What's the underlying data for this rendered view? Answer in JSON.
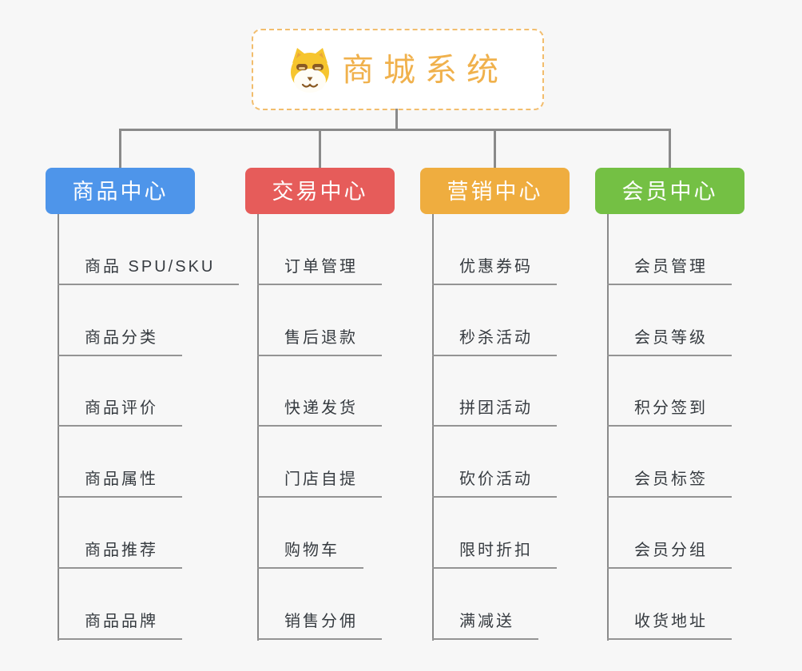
{
  "root": {
    "title": "商城系统",
    "icon": "shiba-dog-icon"
  },
  "branches": [
    {
      "label": "商品中心",
      "color": "#4e95ea",
      "items": [
        "商品 SPU/SKU",
        "商品分类",
        "商品评价",
        "商品属性",
        "商品推荐",
        "商品品牌"
      ]
    },
    {
      "label": "交易中心",
      "color": "#e65c5a",
      "items": [
        "订单管理",
        "售后退款",
        "快递发货",
        "门店自提",
        "购物车",
        "销售分佣"
      ]
    },
    {
      "label": "营销中心",
      "color": "#efad3f",
      "items": [
        "优惠券码",
        "秒杀活动",
        "拼团活动",
        "砍价活动",
        "限时折扣",
        "满减送"
      ]
    },
    {
      "label": "会员中心",
      "color": "#74c044",
      "items": [
        "会员管理",
        "会员等级",
        "积分签到",
        "会员标签",
        "会员分组",
        "收货地址"
      ]
    }
  ],
  "colors": {
    "background": "#f7f7f7",
    "connector": "#8a8a8a",
    "underline": "#949494",
    "root_accent": "#f0b14c",
    "root_border": "#f2bd6d",
    "item_text": "#363b40"
  }
}
